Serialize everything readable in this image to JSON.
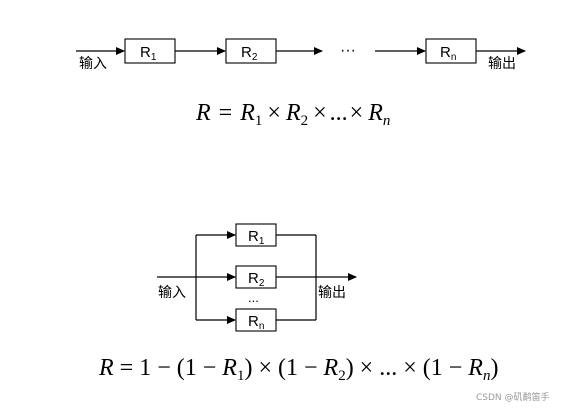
{
  "series_diagram": {
    "input_label": "输入",
    "output_label": "输出",
    "ellipsis": "···",
    "blocks": [
      {
        "base": "R",
        "sub": "1"
      },
      {
        "base": "R",
        "sub": "2"
      },
      {
        "base": "R",
        "sub": "n"
      }
    ],
    "formula": {
      "lhs": "R",
      "eq": "=",
      "t1": "R",
      "t1_sub": "1",
      "times1": "×",
      "t2": "R",
      "t2_sub": "2",
      "times2": "×",
      "dots": "...",
      "times3": "×",
      "tn": "R",
      "tn_sub": "n"
    }
  },
  "parallel_diagram": {
    "input_label": "输入",
    "output_label": "输出",
    "ellipsis": "...",
    "blocks": [
      {
        "base": "R",
        "sub": "1"
      },
      {
        "base": "R",
        "sub": "2"
      },
      {
        "base": "R",
        "sub": "n"
      }
    ],
    "formula": {
      "lhs": "R",
      "eq_one_minus": "= 1 − (1 − ",
      "r1": "R",
      "r1_sub": "1",
      "mid1": ") × (1 − ",
      "r2": "R",
      "r2_sub": "2",
      "mid2": ") × ... × (1 − ",
      "rn": "R",
      "rn_sub": "n",
      "close": ")"
    }
  },
  "watermark": "CSDN @矶鹬笛手"
}
